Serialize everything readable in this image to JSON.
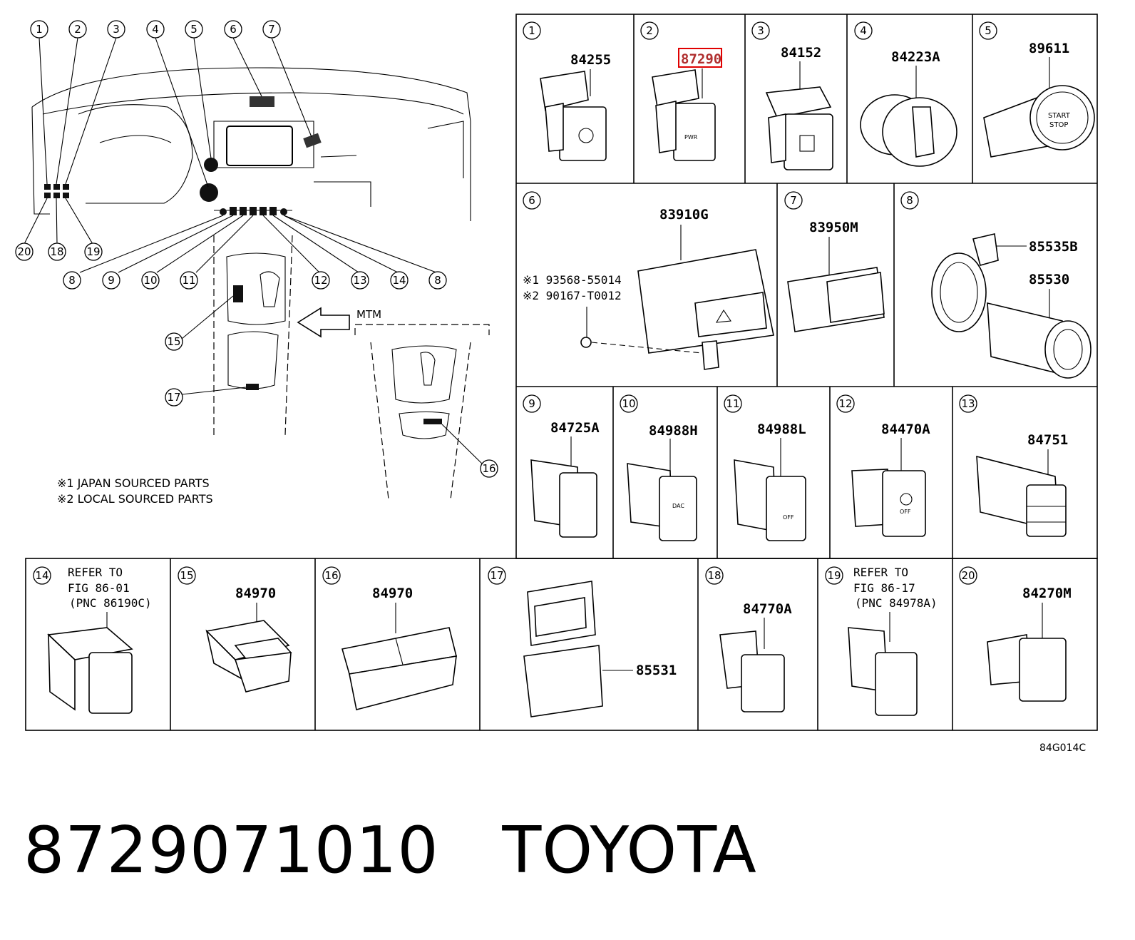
{
  "title": "8729071010   TOYOTA",
  "figure_code": "84G014C",
  "notes": {
    "note1": "※1 JAPAN SOURCED PARTS",
    "note2": "※2 LOCAL SOURCED PARTS",
    "mtm": "MTM"
  },
  "cells": [
    {
      "num": "1",
      "pn": "84255"
    },
    {
      "num": "2",
      "pn": "87290",
      "highlighted": true
    },
    {
      "num": "3",
      "pn": "84152"
    },
    {
      "num": "4",
      "pn": "84223A"
    },
    {
      "num": "5",
      "pn": "89611"
    },
    {
      "num": "6",
      "pn": "83910G",
      "extra1": "※1 93568-55014",
      "extra2": "※2 90167-T0012"
    },
    {
      "num": "7",
      "pn": "83950M"
    },
    {
      "num": "8",
      "pn": "85535B",
      "pn2": "85530"
    },
    {
      "num": "9",
      "pn": "84725A"
    },
    {
      "num": "10",
      "pn": "84988H"
    },
    {
      "num": "11",
      "pn": "84988L"
    },
    {
      "num": "12",
      "pn": "84470A"
    },
    {
      "num": "13",
      "pn": "84751"
    },
    {
      "num": "14",
      "ref1": "REFER TO",
      "ref2": "FIG 86-01",
      "ref3": "(PNC 86190C)"
    },
    {
      "num": "15",
      "pn": "84970"
    },
    {
      "num": "16",
      "pn": "84970"
    },
    {
      "num": "17",
      "pn": "85531"
    },
    {
      "num": "18",
      "pn": "84770A"
    },
    {
      "num": "19",
      "ref1": "REFER TO",
      "ref2": "FIG 86-17",
      "ref3": "(PNC 84978A)"
    },
    {
      "num": "20",
      "pn": "84270M"
    }
  ],
  "callouts": [
    "1",
    "2",
    "3",
    "4",
    "5",
    "6",
    "7",
    "8",
    "9",
    "10",
    "11",
    "12",
    "13",
    "14",
    "8",
    "15",
    "16",
    "17",
    "18",
    "19",
    "20"
  ],
  "highlight_color": "#e00000"
}
